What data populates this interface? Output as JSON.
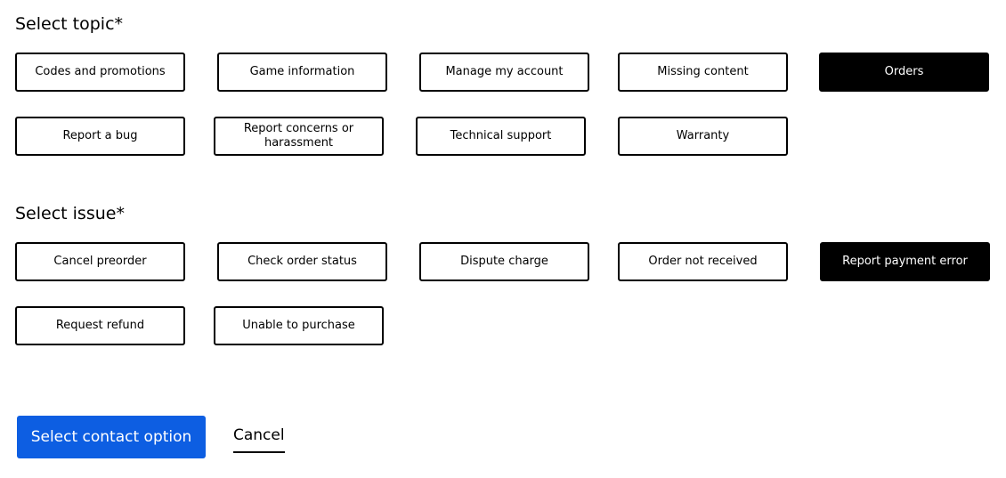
{
  "topic": {
    "heading": "Select topic*",
    "options": [
      {
        "label": "Codes and promotions",
        "selected": false
      },
      {
        "label": "Game information",
        "selected": false
      },
      {
        "label": "Manage my account",
        "selected": false
      },
      {
        "label": "Missing content",
        "selected": false
      },
      {
        "label": "Orders",
        "selected": true
      },
      {
        "label": "Report a bug",
        "selected": false
      },
      {
        "label": "Report concerns or harassment",
        "selected": false
      },
      {
        "label": "Technical support",
        "selected": false
      },
      {
        "label": "Warranty",
        "selected": false
      }
    ]
  },
  "issue": {
    "heading": "Select issue*",
    "options": [
      {
        "label": "Cancel preorder",
        "selected": false
      },
      {
        "label": "Check order status",
        "selected": false
      },
      {
        "label": "Dispute charge",
        "selected": false
      },
      {
        "label": "Order not received",
        "selected": false
      },
      {
        "label": "Report payment error",
        "selected": true
      },
      {
        "label": "Request refund",
        "selected": false
      },
      {
        "label": "Unable to purchase",
        "selected": false
      }
    ]
  },
  "actions": {
    "primary_label": "Select contact option",
    "cancel_label": "Cancel"
  },
  "colors": {
    "primary": "#0d5ee2",
    "selected_bg": "#000000",
    "selected_text": "#ffffff"
  }
}
